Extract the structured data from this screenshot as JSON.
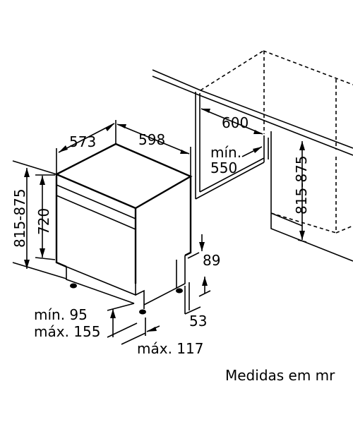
{
  "diagram": {
    "labels": {
      "depth": "573",
      "width": "598",
      "niche_width": "600",
      "niche_depth_min_prefix": "mín.",
      "niche_depth_min": "550",
      "niche_height": "815-875",
      "height_range": "815-875",
      "body_height": "720",
      "plinth_height": "89",
      "foot_offset": "53",
      "plinth_min": "mín. 95",
      "plinth_max": "máx. 155",
      "foot_max": "máx. 117"
    },
    "note": "Medidas em mr"
  }
}
